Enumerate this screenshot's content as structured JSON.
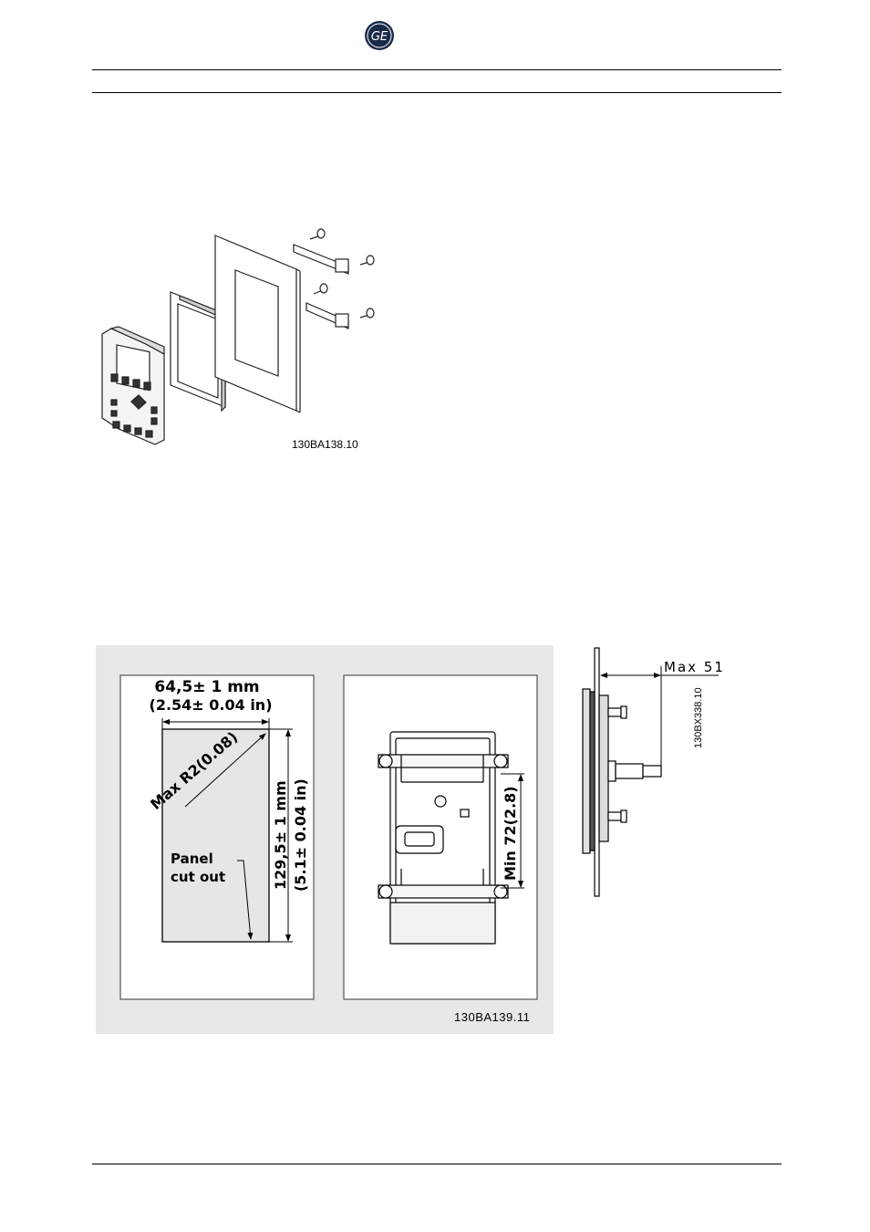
{
  "header": {
    "logo_text": "GE"
  },
  "figures": [
    {
      "id": "lcp-mounting-kit",
      "code": "130BA138.10"
    },
    {
      "id": "panel-cutout",
      "width_label_line1": "64,5± 1 mm",
      "width_label_line2": "(2.54± 0.04 in)",
      "radius_label": "Max R2(0.08)",
      "height_label_line1": "129,5± 1 mm",
      "height_label_line2": "(5.1± 0.04 in)",
      "panel_label_line1": "Panel",
      "panel_label_line2": "cut out",
      "min_label": "Min 72(2.8)",
      "code": "130BA139.11"
    },
    {
      "id": "side-view",
      "max_label": "Max 51",
      "code": "130BX338.10"
    }
  ]
}
